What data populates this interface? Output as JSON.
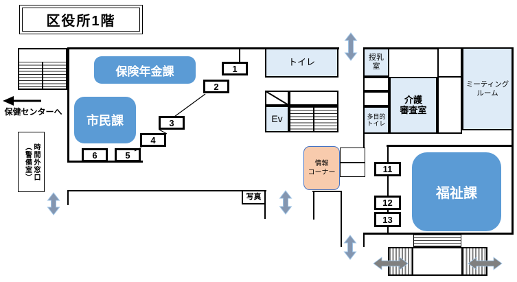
{
  "title": "区役所1階",
  "rooms": {
    "hoken_nenkin": "保険年金課",
    "shimin": "市民課",
    "fukushi": "福祉課",
    "toilet": "トイレ",
    "elevator": "Ev",
    "nursing_room": "授乳\n室",
    "multipurpose_toilet": "多目的\nトイレ",
    "kaigo_shinsa": "介護\n審査室",
    "meeting_room": "ミーティング\nルーム",
    "info_corner": "情報\nコーナー",
    "photo": "写真",
    "after_hours_window": "時間外窓口\n（警備室）"
  },
  "annotations": {
    "to_health_center": "保健センターへ"
  },
  "counters": {
    "c1": "1",
    "c2": "2",
    "c3": "3",
    "c4": "4",
    "c5": "5",
    "c6": "6",
    "c11": "11",
    "c12": "12",
    "c13": "13"
  },
  "colors": {
    "division_fill": "#5B9BD5",
    "room_fill": "#DEEBF7",
    "info_fill": "#F8CBAD",
    "info_border": "#4472C4",
    "arrow_gray": "#8496B0",
    "wall": "#000000"
  }
}
